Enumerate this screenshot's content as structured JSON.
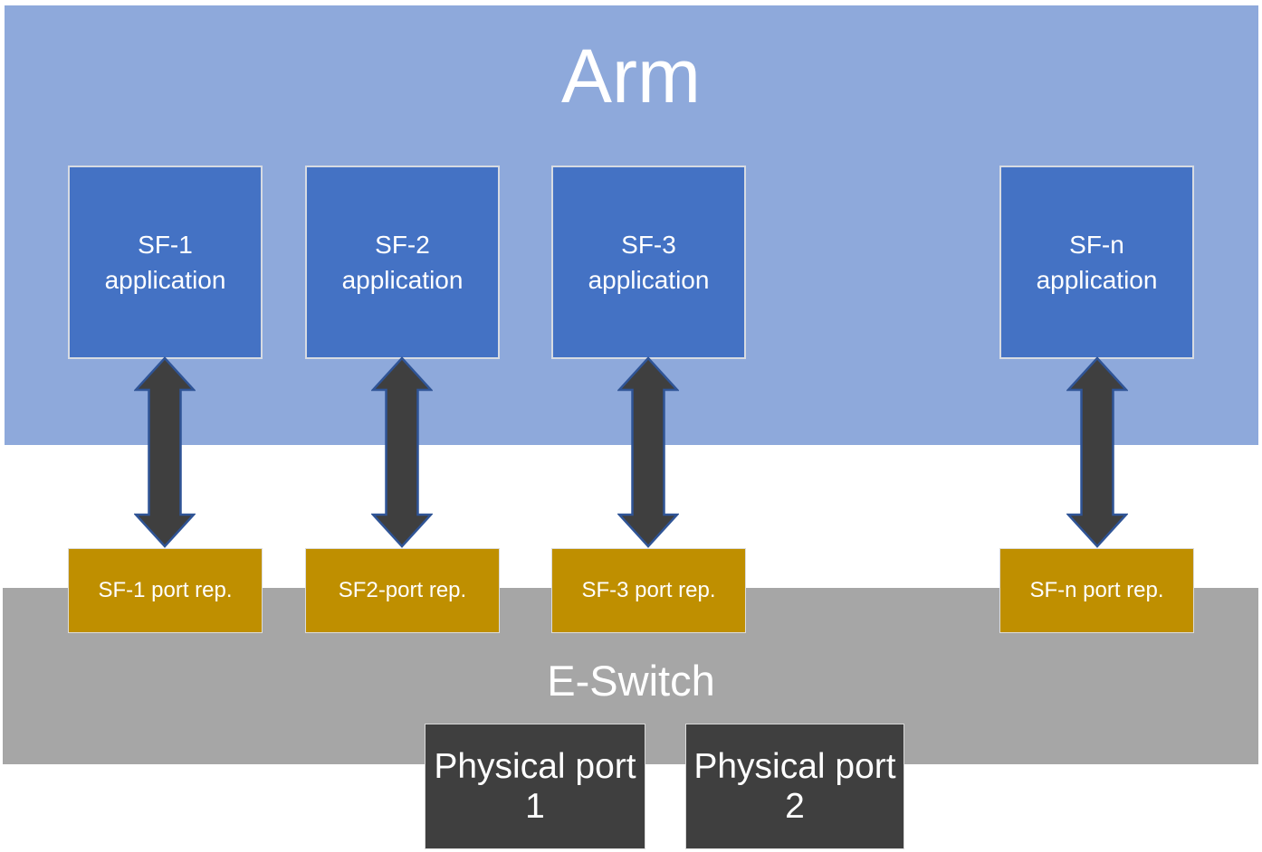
{
  "arm": {
    "title": "Arm"
  },
  "applications": [
    {
      "line1": "SF-1",
      "line2": "application"
    },
    {
      "line1": "SF-2",
      "line2": "application"
    },
    {
      "line1": "SF-3",
      "line2": "application"
    },
    {
      "line1": "SF-n",
      "line2": "application"
    }
  ],
  "port_representors": [
    {
      "label": "SF-1 port rep."
    },
    {
      "label": "SF2-port rep."
    },
    {
      "label": "SF-3 port rep."
    },
    {
      "label": "SF-n port rep."
    }
  ],
  "eswitch": {
    "title": "E-Switch"
  },
  "physical_ports": [
    {
      "label": "Physical port 1"
    },
    {
      "label": "Physical port 2"
    }
  ],
  "colors": {
    "arm-bg": "#8EA9DB",
    "app-box-bg": "#4472C4",
    "port-rep-bg": "#BF8F00",
    "eswitch-bg": "#A6A6A6",
    "physical-port-bg": "#3F3F3F",
    "arrow-fill": "#3F3F3F",
    "arrow-stroke": "#2F5496",
    "label-text": "#FFFFFF"
  }
}
